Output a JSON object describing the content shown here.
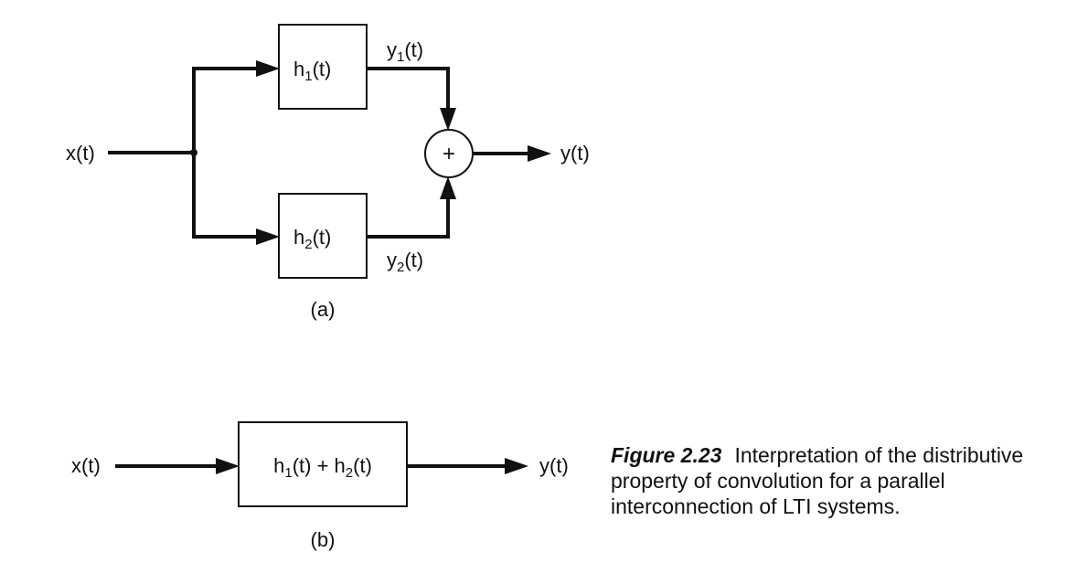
{
  "diagram_a": {
    "input_label": "x(t)",
    "output_label": "y(t)",
    "block1": {
      "main": "h",
      "sub": "1",
      "tail": "(t)"
    },
    "block2": {
      "main": "h",
      "sub": "2",
      "tail": "(t)"
    },
    "signal1": {
      "main": "y",
      "sub": "1",
      "tail": "(t)"
    },
    "signal2": {
      "main": "y",
      "sub": "2",
      "tail": "(t)"
    },
    "adder_symbol": "+",
    "panel_label": "(a)"
  },
  "diagram_b": {
    "input_label": "x(t)",
    "output_label": "y(t)",
    "block": {
      "part1_main": "h",
      "part1_sub": "1",
      "part1_tail": "(t) + ",
      "part2_main": "h",
      "part2_sub": "2",
      "part2_tail": "(t)"
    },
    "panel_label": "(b)"
  },
  "caption": {
    "figure_label": "Figure 2.23",
    "text": "Interpretation of the distributive property of convolution for a parallel interconnection of LTI systems."
  }
}
